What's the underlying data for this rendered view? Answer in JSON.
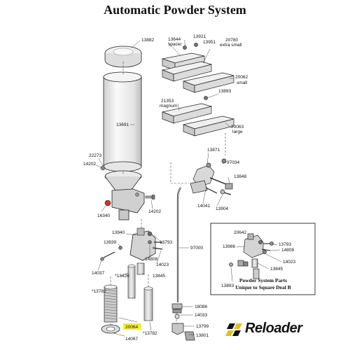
{
  "title": "Automatic Powder System",
  "labels": {
    "p13882": "13882",
    "p13691": "13691",
    "p22273": "22273",
    "p14202a": "14202",
    "p14202b": "14202",
    "p16340": "16340",
    "p13940": "13940",
    "p13939": "13939",
    "p13793a": "13793",
    "p14808a": "14808",
    "p14023a": "14023",
    "p14037": "14037",
    "p13845a": "13845",
    "p13426": "*13426",
    "p13782": "*13782",
    "p20064": "20064",
    "p14067": "14067",
    "p13644": "13644",
    "spacer": "spacer",
    "p13921": "13921",
    "p13951": "13951",
    "p20780": "20780",
    "extra_small": "extra small",
    "p20062": "20062",
    "small": "small",
    "p13893a": "13893",
    "p21353": "21353",
    "magnum": "magnum",
    "p20063": "20063",
    "large": "large",
    "p13871": "13871",
    "p97034": "97034",
    "p13848": "13848",
    "p14041": "14041",
    "p13904": "13904",
    "p97000": "97000",
    "p18086": "18086",
    "p14033": "14033",
    "p13799": "13799",
    "p13801": "13801",
    "p20642": "20642",
    "p13986": "13986",
    "p13793b": "13793",
    "p14808b": "14808",
    "p14023b": "14023",
    "p13845b": "13845",
    "p13893b": "13893"
  },
  "inset": {
    "caption_line1": "Powder System Parts",
    "caption_line2": "Unique to Square Deal B"
  },
  "logo": {
    "text": "Reloader"
  },
  "colors": {
    "highlight": "#f5ef3a",
    "line": "#222222",
    "fill_light": "#f2f2f2",
    "fill_mid": "#d9d9d9",
    "fill_dark": "#bfbfbf"
  }
}
